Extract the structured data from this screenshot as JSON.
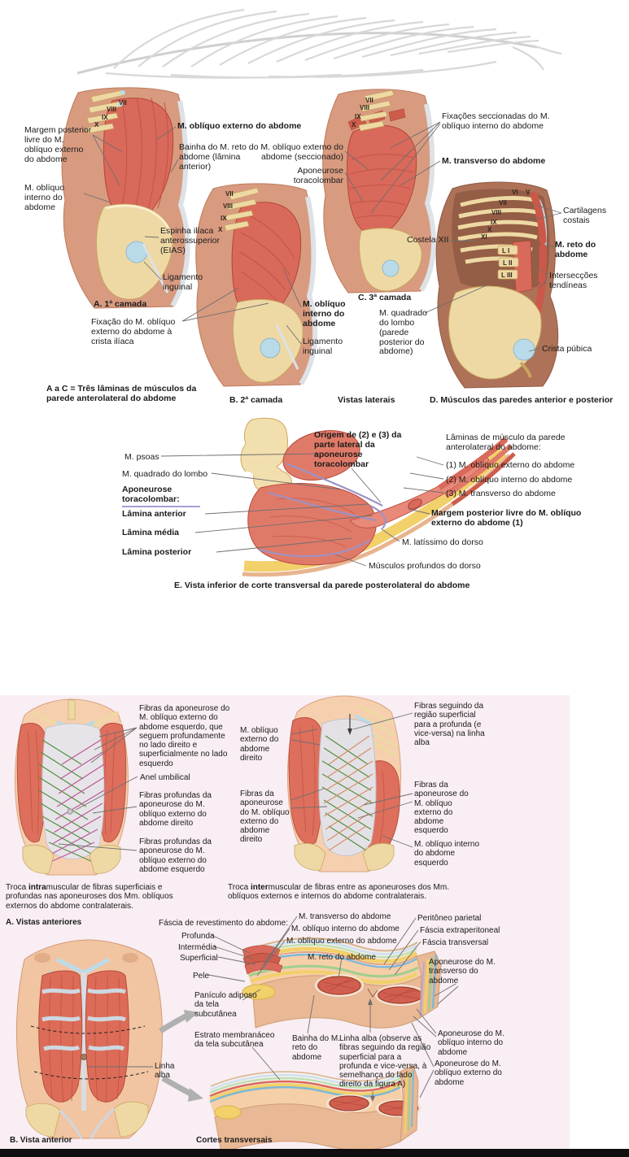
{
  "fig1": {
    "panelA": {
      "ribs": [
        "VII",
        "VIII",
        "IX",
        "X"
      ],
      "margem": "Margem posterior livre do M. oblíquo externo do abdome",
      "obliquo_interno": "M. oblíquo interno do abdome",
      "obliquo_externo": "M. oblíquo externo do abdome",
      "bainha": "Bainha do M. reto do abdome (lâmina anterior)",
      "espinha": "Espinha ilíaca anterossuperior (EIAS)",
      "ligamento": "Ligamento inguinal",
      "caption": "A. 1ª camada",
      "fixacao": "Fixação do M. oblíquo externo do abdome à crista ilíaca",
      "nota": "A a C = Três lâminas de músculos da parede anterolateral do abdome"
    },
    "panelB": {
      "ribs": [
        "VII",
        "VIII",
        "IX",
        "X"
      ],
      "obliquo_interno": "M. oblíquo interno do abdome",
      "ligamento": "Ligamento inguinal",
      "caption": "B. 2ª camada"
    },
    "panelC": {
      "ribs": [
        "VII",
        "VIII",
        "IX",
        "X"
      ],
      "seccionado": "M. oblíquo externo do abdome (seccionado)",
      "aponeurose": "Aponeurose toracolombar",
      "fixacoes": "Fixações seccionadas do M. oblíquo interno do abdome",
      "transverso": "M. transverso do abdome",
      "caption": "C. 3ª camada",
      "quadrado": "M. quadrado do lombo (parede posterior do abdome)",
      "vistas": "Vistas laterais"
    },
    "panelD": {
      "ribs_sup": [
        "VI",
        "V"
      ],
      "ribs": [
        "VII",
        "VIII",
        "IX",
        "X",
        "XI"
      ],
      "vertebras": [
        "L I",
        "L II",
        "L III"
      ],
      "costela": "Costela XII",
      "cartilagens": "Cartilagens costais",
      "reto": "M. reto do abdome",
      "interseccoes": "Intersecções tendíneas",
      "crista": "Crista púbica",
      "caption": "D. Músculos das paredes anterior e posterior"
    },
    "panelE": {
      "psoas": "M. psoas",
      "quadrado": "M. quadrado do lombo",
      "apo_titulo": "Aponeurose toracolombar:",
      "lamina_anterior": "Lâmina anterior",
      "lamina_media": "Lâmina média",
      "lamina_posterior": "Lâmina posterior",
      "origem": "Origem de (2) e (3) da parte lateral da aponeurose toracolombar",
      "laminas_titulo": "Lâminas de músculo da parede anterolateral do abdome:",
      "item1": "(1) M. oblíquo externo do abdome",
      "item2": "(2) M. oblíquo interno do abdome",
      "item3": "(3) M. transverso do abdome",
      "margem": "Margem posterior livre do M. oblíquo externo do abdome (1)",
      "latissimo": "M. latíssimo do dorso",
      "profundos": "Músculos profundos do dorso",
      "caption": "E. Vista inferior de corte transversal da parede posterolateral do abdome"
    }
  },
  "fig2": {
    "anteriores": {
      "fibras_esq": "Fibras da aponeurose do M. oblíquo externo do abdome esquerdo, que seguem profundamente no lado direito e superficialmente no lado esquerdo",
      "anel": "Anel umbilical",
      "profundas_dir": "Fibras profundas da aponeurose do M. oblíquo externo do abdome direito",
      "profundas_esq": "Fibras profundas da aponeurose do M. oblíquo externo do abdome esquerdo",
      "externo_dir": "M. oblíquo externo do abdome direito",
      "fibras_dir": "Fibras da aponeurose do M. oblíquo externo do abdome direito",
      "seguindo": "Fibras seguindo da região superficial para a profunda (e vice-versa) na linha alba",
      "fibras_esq2": "Fibras da aponeurose do M. oblíquo externo do abdome esquerdo",
      "interno_esq": "M. oblíquo interno do abdome esquerdo",
      "troca_intra": {
        "pre": "Troca ",
        "em": "intra",
        "pos": "muscular de fibras superficiais e profundas nas aponeuroses dos Mm. oblíquos externos do abdome contralaterais."
      },
      "troca_inter": {
        "pre": "Troca ",
        "em": "inter",
        "pos": "muscular de fibras entre as aponeuroses dos Mm. oblíquos externos e internos do abdome contralaterais."
      },
      "caption": "A. Vistas anteriores"
    },
    "cortes": {
      "fascia_titulo": "Fáscia de revestimento do abdome:",
      "profunda": "Profunda",
      "intermedia": "Intermédia",
      "superficial": "Superficial",
      "pele": "Pele",
      "paniculo": "Panículo adiposo da tela subcutânea",
      "estrato": "Estrato membranáceo da tela subcutânea",
      "transverso": "M. transverso do abdome",
      "obliquo_interno": "M. oblíquo interno do abdome",
      "obliquo_externo": "M. oblíquo externo do abdome",
      "reto": "M. reto do abdome",
      "peritoneo": "Peritôneo parietal",
      "extraperitoneal": "Fáscia extraperitoneal",
      "transversal": "Fáscia transversal",
      "apo_transverso": "Aponeurose do M. transverso do abdome",
      "bainha": "Bainha do M. reto do abdome",
      "linha_alba_obs": "Linha alba (observe as fibras seguindo da região superficial para a profunda e vice-versa, à semelhança do lado direito da figura A)",
      "apo_interno": "Aponeurose do M. oblíquo interno do abdome",
      "apo_externo": "Aponeurose do M. oblíquo externo do abdome",
      "caption": "Cortes transversais"
    },
    "vista_anterior": {
      "linha_alba": "Linha alba",
      "caption": "B. Vista anterior"
    }
  },
  "colors": {
    "muscle": "#d9695a",
    "bone": "#eed9a4",
    "cartilage": "#b9dbe9",
    "skin": "#d89b80",
    "fat": "#f2d06a",
    "panel_pink": "#f8eef3",
    "aponeurosis_purple": "#9d92c6",
    "hatch_green": "#4f8f3e",
    "hatch_magenta": "#c0559a"
  }
}
